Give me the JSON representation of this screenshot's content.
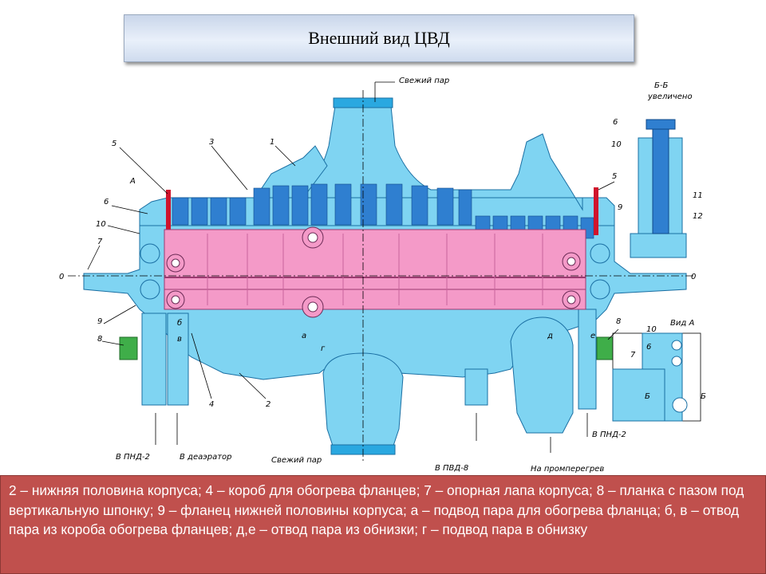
{
  "slide": {
    "title": "Внешний вид ЦВД",
    "caption": "2 – нижняя половина корпуса; 4 – короб для обогрева фланцев;  7 – опорная лапа корпуса; 8 – планка с пазом под вертикальную шпонку; 9 – фланец нижней половины корпуса; а – подвод пара для обогрева фланца; б, в – отвод пара из короба обогрева фланцев; д,е – отвод пара из обнизки; г – подвод пара в обнизку"
  },
  "diagram": {
    "labels": {
      "steam_top": "Свежий пар",
      "steam_bottom": "Свежий пар",
      "section_bb": "Б-Б",
      "enlarged": "увеличено",
      "view_a_top": "А",
      "view_a_title": "Вид А",
      "axis_left": "0",
      "axis_right": "0",
      "out_pnd2_left": "В ПНД-2",
      "out_deaerator": "В деаэратор",
      "out_pvd8": "В ПВД-8",
      "out_reheat": "На промперегрев",
      "out_pnd2_right": "В ПНД-2"
    },
    "numbers": {
      "n1": "1",
      "n3": "3",
      "n5l": "5",
      "n5r": "5",
      "n6l": "6",
      "n10l": "10",
      "n7l": "7",
      "n9l": "9",
      "n8l": "8",
      "n4": "4",
      "n2": "2",
      "na": "а",
      "ng": "г",
      "nb": "б",
      "nv": "в",
      "nd": "д",
      "ne": "е",
      "n8r": "8",
      "s6": "6",
      "s10": "10",
      "s9": "9",
      "s11": "11",
      "s12": "12",
      "v10": "10",
      "v6": "6",
      "v7": "7",
      "vb1": "Б",
      "vb2": "Б"
    },
    "colors": {
      "casing": "#7fd4f2",
      "casing_dark": "#2aa8e0",
      "flange_box": "#f49ac8",
      "bolts": "#2f7fd0",
      "pins": "#d0142c",
      "keys": "#3fae49",
      "title_bg": "#dbe5f4",
      "caption_bg": "#c0504d"
    }
  }
}
